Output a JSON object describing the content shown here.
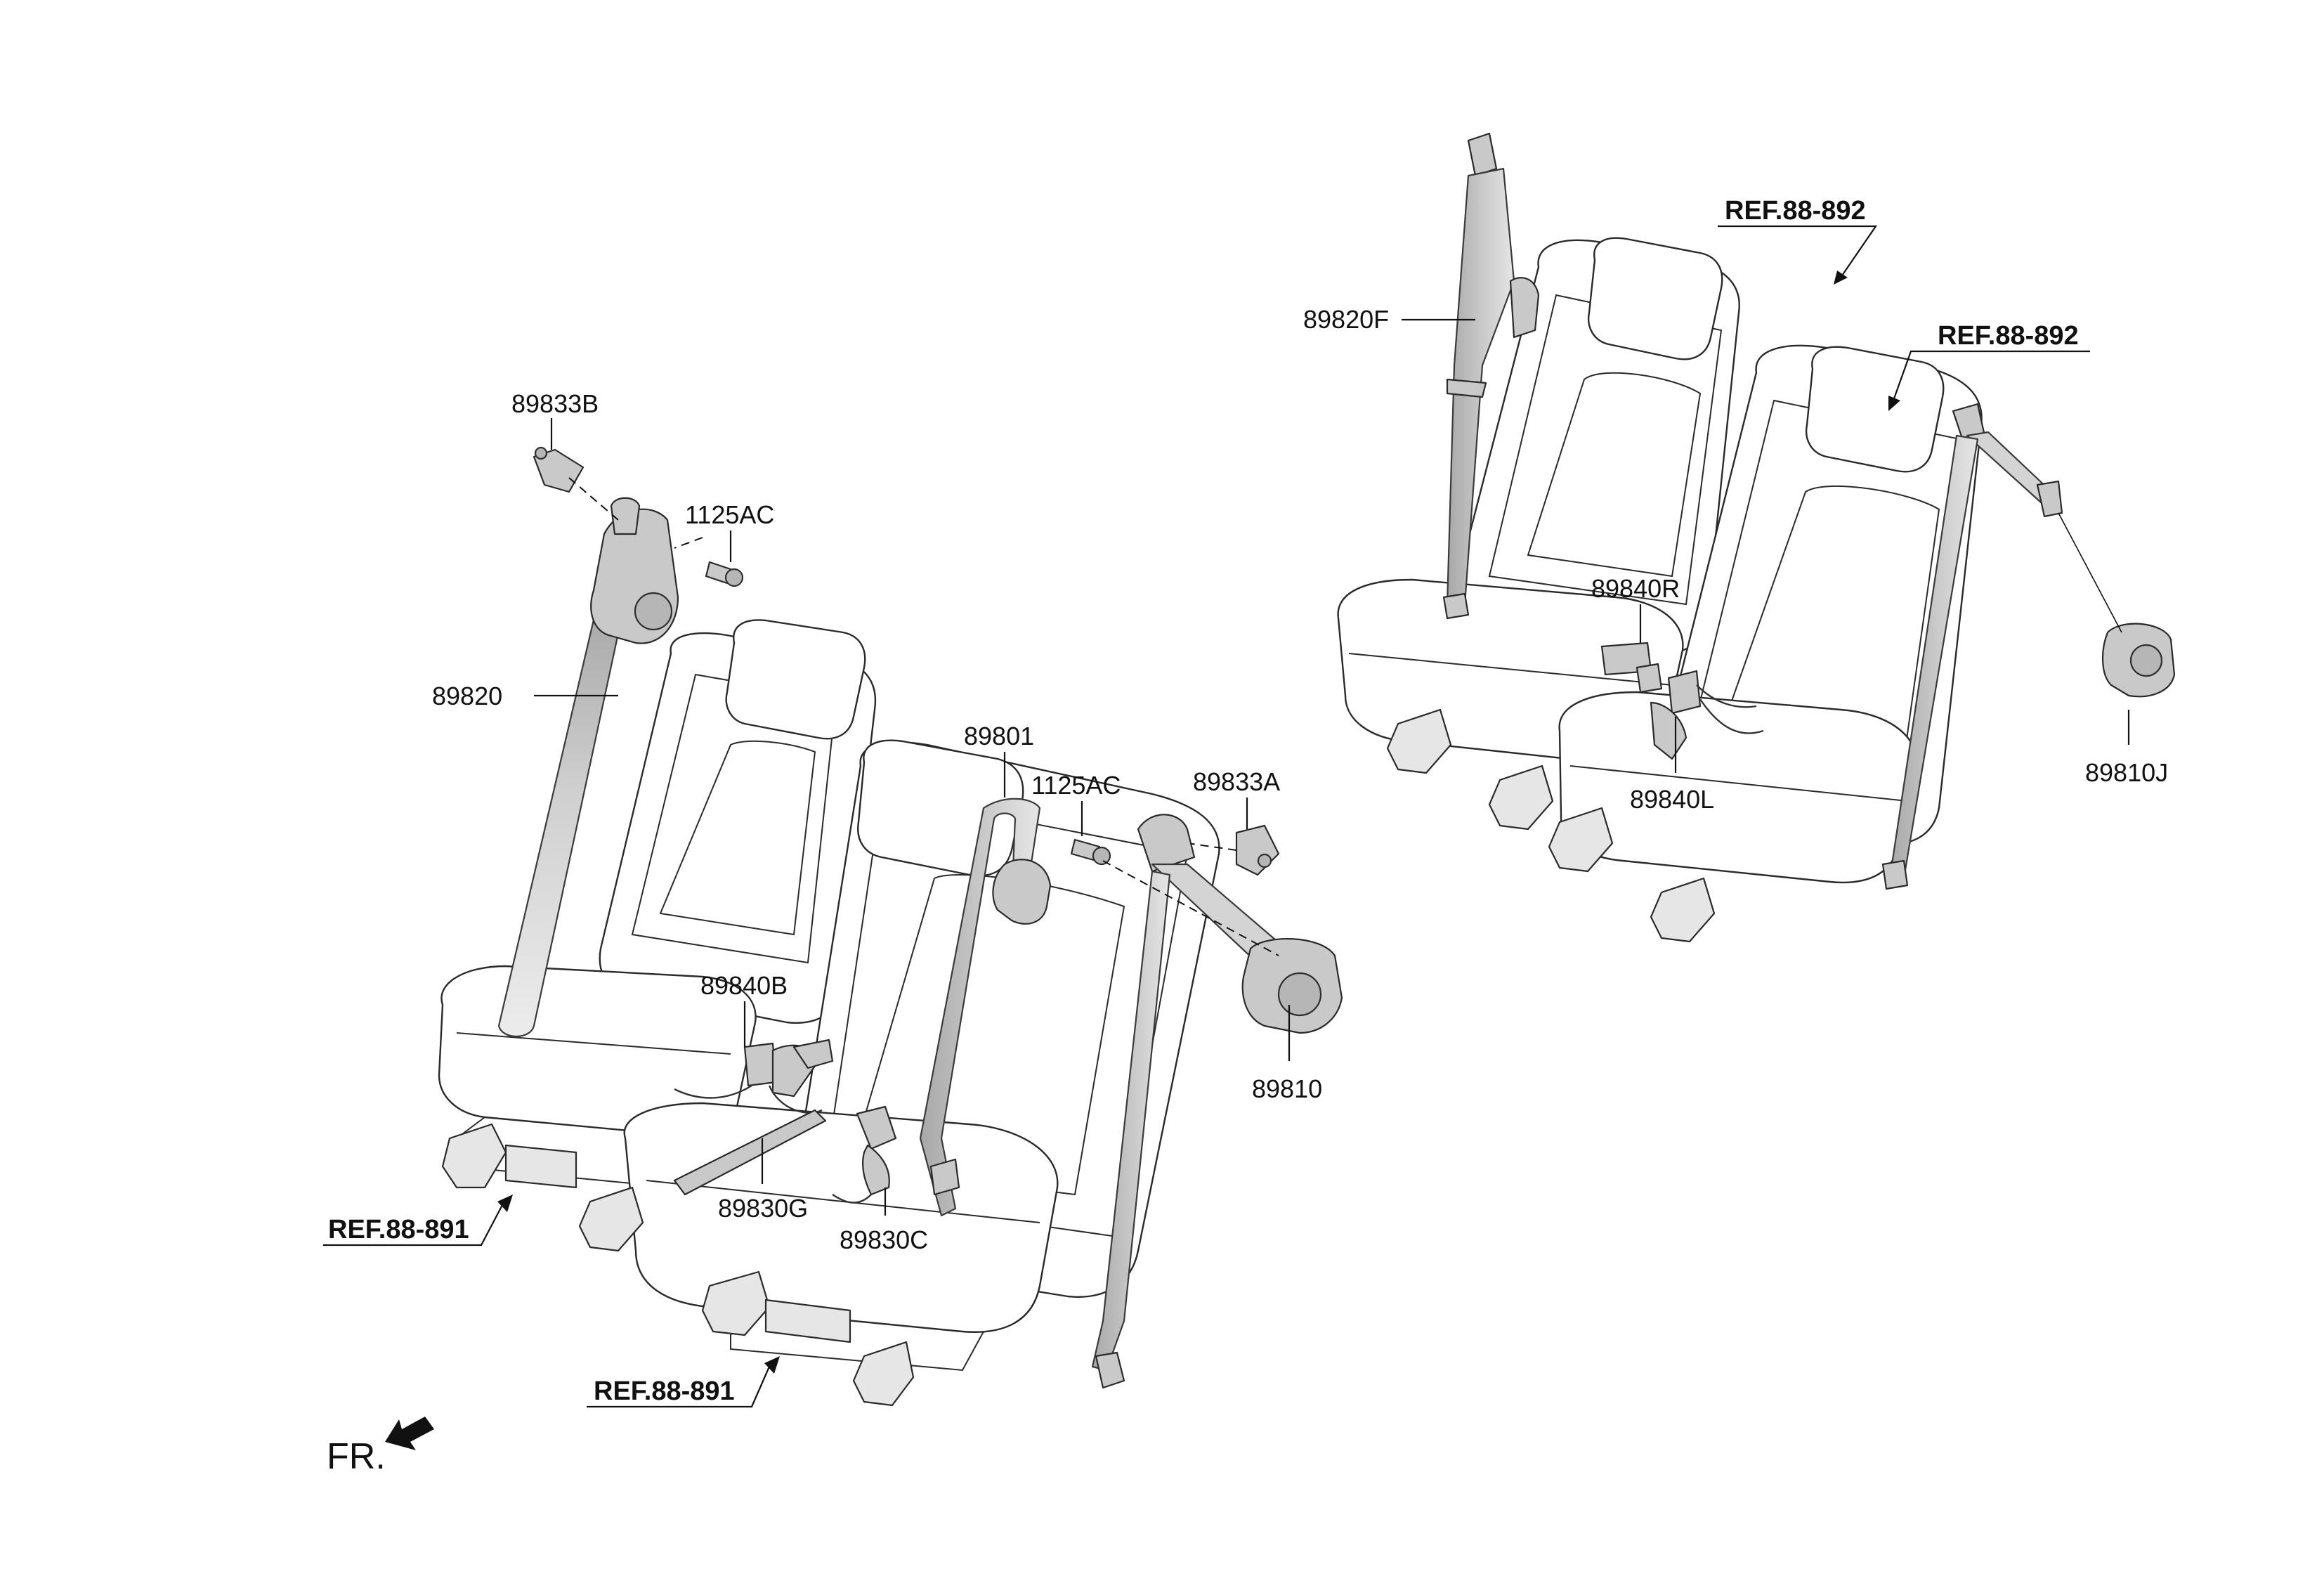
{
  "labels": {
    "p_89833B": "89833B",
    "p_1125AC_top": "1125AC",
    "p_89820": "89820",
    "p_89801": "89801",
    "p_1125AC_mid": "1125AC",
    "p_89833A": "89833A",
    "p_89840B": "89840B",
    "p_89810": "89810",
    "p_89830G": "89830G",
    "p_89830C": "89830C",
    "p_89820F": "89820F",
    "p_89840R": "89840R",
    "p_89840L": "89840L",
    "p_89810J": "89810J"
  },
  "references": {
    "ref_left": "REF.88-891",
    "ref_bottom": "REF.88-891",
    "ref_top": "REF.88-892",
    "ref_right": "REF.88-892"
  },
  "orientation": {
    "front_label": "FR.",
    "arrow_icon": "front-arrow-icon"
  }
}
